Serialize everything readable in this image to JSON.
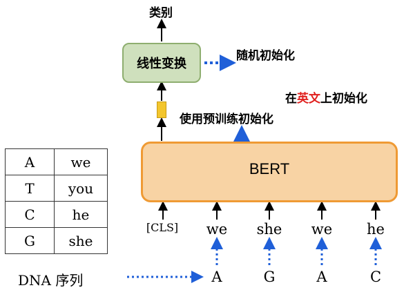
{
  "title_top": "类别",
  "linear_box": "线性变换",
  "random_init": "随机初始化",
  "en_init": {
    "prefix": "在",
    "highlight": "英文",
    "suffix": "上初始化"
  },
  "pretrain_init": "使用预训练初始化",
  "bert": "BERT",
  "tokens": [
    "[CLS]",
    "we",
    "she",
    "we",
    "he"
  ],
  "dna_sequence": [
    "A",
    "G",
    "A",
    "C"
  ],
  "dna_label": {
    "latin": "DNA",
    "zh": "序列"
  },
  "mapping_table": [
    {
      "nucleotide": "A",
      "word": "we"
    },
    {
      "nucleotide": "T",
      "word": "you"
    },
    {
      "nucleotide": "C",
      "word": "he"
    },
    {
      "nucleotide": "G",
      "word": "she"
    }
  ],
  "colors": {
    "arrow_blue": "#1f5fd8",
    "bert_fill": "#f8d3a4",
    "bert_border": "#ef9a34",
    "linear_fill": "#cfe0bd",
    "highlight_red": "#e0201e",
    "vector_yellow": "#f3c62e"
  }
}
